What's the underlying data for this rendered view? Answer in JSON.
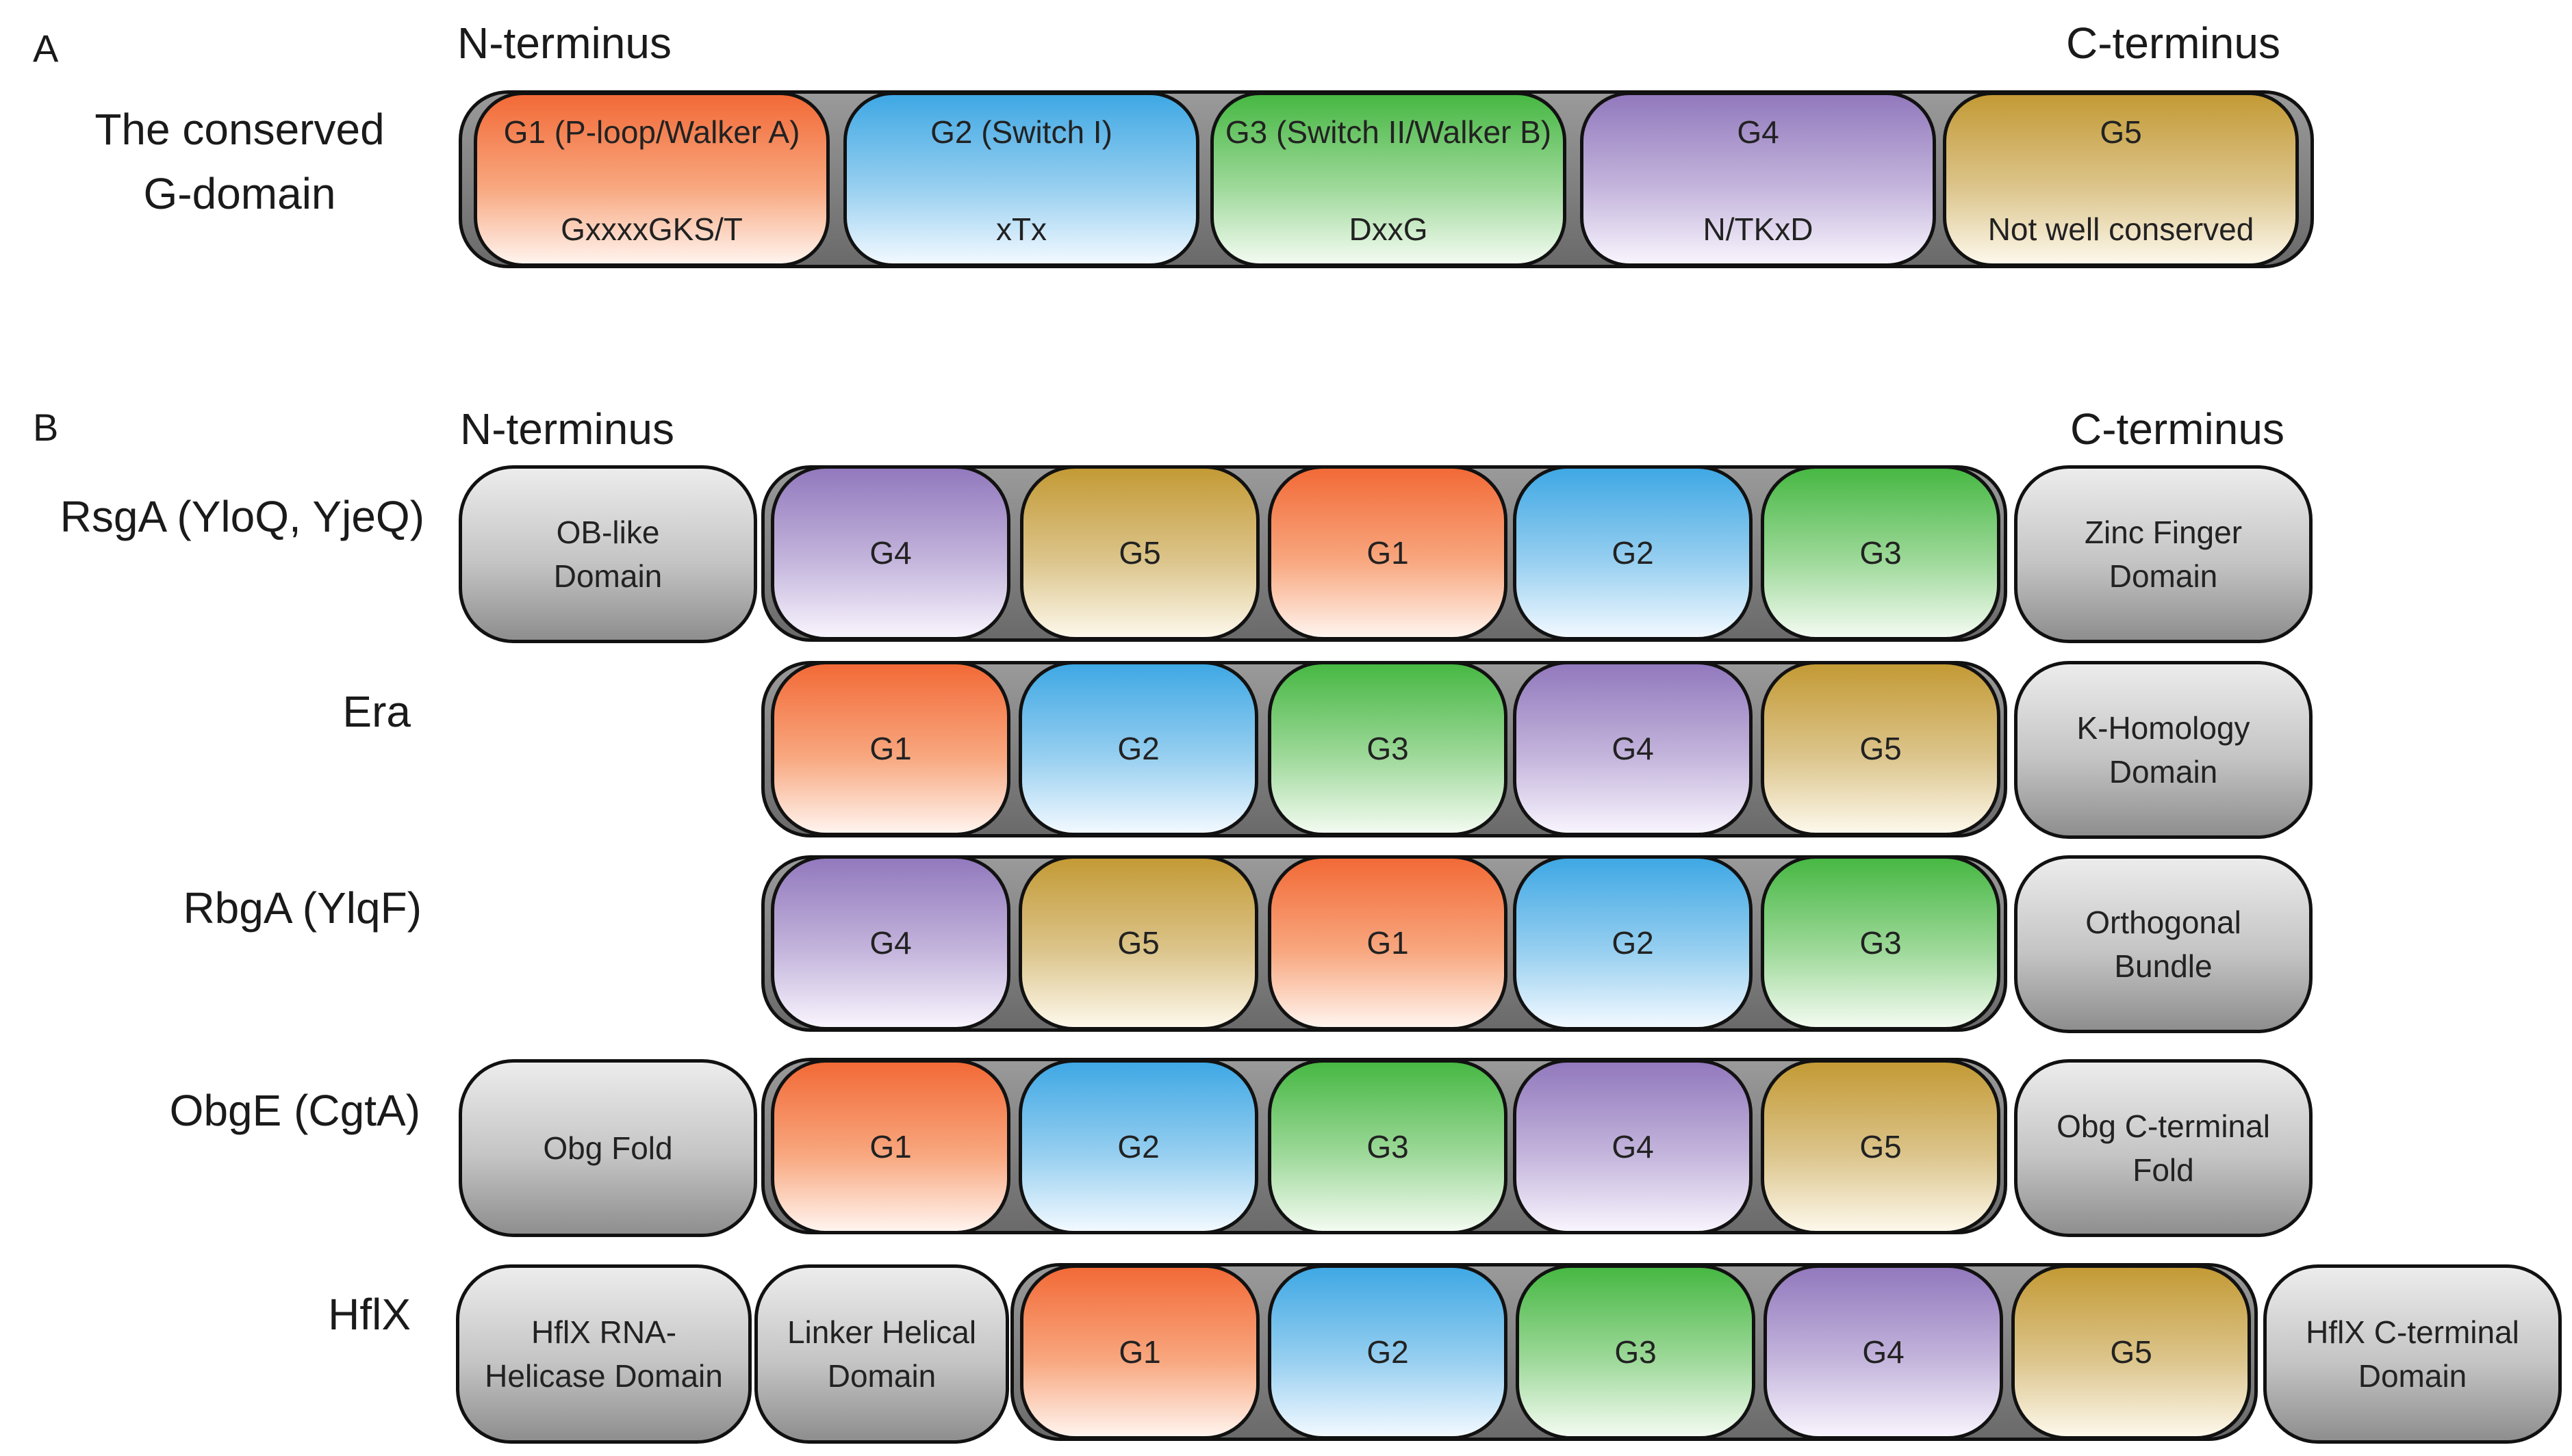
{
  "panel_a": {
    "letter": "A",
    "n_terminus": "N-terminus",
    "c_terminus": "C-terminus",
    "label_line1": "The conserved",
    "label_line2": "G-domain",
    "motifs": [
      {
        "name": "G1 (P-loop/Walker A)",
        "motif": "GxxxxGKS/T"
      },
      {
        "name": "G2 (Switch I)",
        "motif": "xTx"
      },
      {
        "name": "G3 (Switch II/Walker B)",
        "motif": "DxxG"
      },
      {
        "name": "G4",
        "motif": "N/TKxD"
      },
      {
        "name": "G5",
        "motif": "Not well conserved"
      }
    ]
  },
  "panel_b": {
    "letter": "B",
    "n_terminus": "N-terminus",
    "c_terminus": "C-terminus",
    "rows": [
      {
        "label": "RsgA (YloQ, YjeQ)",
        "n_domains": [
          {
            "line1": "OB-like",
            "line2": "Domain"
          }
        ],
        "g_order": [
          "G4",
          "G5",
          "G1",
          "G2",
          "G3"
        ],
        "c_domains": [
          {
            "line1": "Zinc Finger",
            "line2": "Domain"
          }
        ]
      },
      {
        "label": "Era",
        "n_domains": [],
        "g_order": [
          "G1",
          "G2",
          "G3",
          "G4",
          "G5"
        ],
        "c_domains": [
          {
            "line1": "K-Homology",
            "line2": "Domain"
          }
        ]
      },
      {
        "label": "RbgA (YlqF)",
        "n_domains": [],
        "g_order": [
          "G4",
          "G5",
          "G1",
          "G2",
          "G3"
        ],
        "c_domains": [
          {
            "line1": "Orthogonal",
            "line2": "Bundle"
          }
        ]
      },
      {
        "label": "ObgE (CgtA)",
        "n_domains": [
          {
            "line1": "Obg Fold",
            "line2": ""
          }
        ],
        "g_order": [
          "G1",
          "G2",
          "G3",
          "G4",
          "G5"
        ],
        "c_domains": [
          {
            "line1": "Obg C-terminal",
            "line2": "Fold"
          }
        ]
      },
      {
        "label": "HflX",
        "n_domains": [
          {
            "line1": "HflX RNA-",
            "line2": "Helicase Domain"
          },
          {
            "line1": "Linker Helical",
            "line2": "Domain"
          }
        ],
        "g_order": [
          "G1",
          "G2",
          "G3",
          "G4",
          "G5"
        ],
        "c_domains": [
          {
            "line1": "HflX C-terminal",
            "line2": "Domain"
          }
        ]
      }
    ]
  },
  "colors": {
    "G1": "#f26a37",
    "G2": "#3fa8e4",
    "G3": "#47b843",
    "G4": "#9279bd",
    "G5": "#c39a35",
    "other_domain": "#8e8e8e"
  }
}
